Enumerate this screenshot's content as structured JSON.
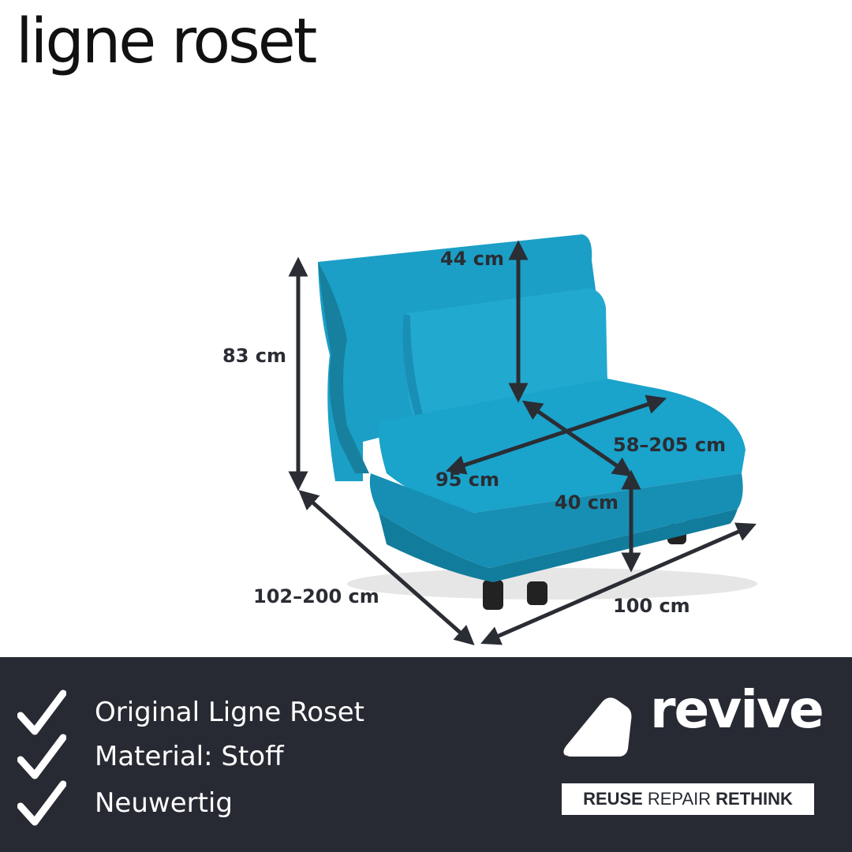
{
  "brand": "ligne roset",
  "dimensions": {
    "back_height": "44 cm",
    "total_height": "83 cm",
    "seat_depth": "58–205 cm",
    "seat_width": "95 cm",
    "seat_height": "40 cm",
    "total_depth": "102–200 cm",
    "total_width": "100 cm"
  },
  "features": [
    "Original Ligne Roset",
    "Material: Stoff",
    "Neuwertig"
  ],
  "logo": {
    "name": "revive",
    "tagline": {
      "reuse": "REUSE",
      "repair": "REPAIR",
      "rethink": "RETHINK"
    }
  },
  "colors": {
    "fabric": "#1aa0c8",
    "panel": "#272a33",
    "arrow": "#2a2d33"
  },
  "icons": [
    "check-icon",
    "revive-logo-icon",
    "arrow-icon"
  ]
}
